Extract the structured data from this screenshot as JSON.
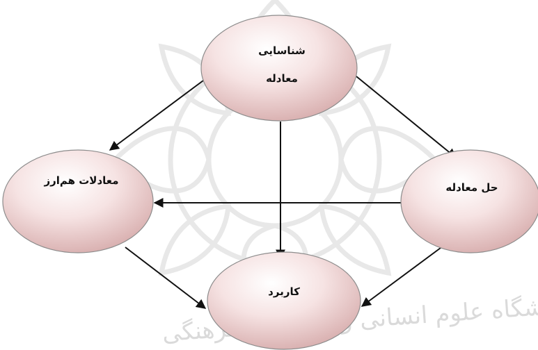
{
  "diagram": {
    "nodes": {
      "identify": {
        "line1": "شناسایی",
        "line2": "معادله"
      },
      "equivalent": {
        "label": "معادلات هم‌ارز"
      },
      "solve": {
        "label": "حل معادله"
      },
      "apply": {
        "label": "کاربرد"
      }
    },
    "edges": [
      {
        "from": "identify",
        "to": "equivalent"
      },
      {
        "from": "identify",
        "to": "solve"
      },
      {
        "from": "identify",
        "to": "apply"
      },
      {
        "from": "solve",
        "to": "equivalent"
      },
      {
        "from": "equivalent",
        "to": "apply"
      },
      {
        "from": "solve",
        "to": "apply"
      }
    ],
    "colors": {
      "node_fill_light": "#fdf4f4",
      "node_fill_dark": "#dcb3b3",
      "node_stroke": "#8c8c8c",
      "arrow": "#111111",
      "watermark": "#d9d9d9"
    }
  },
  "watermark": {
    "text": "پژوهشگاه علوم انسانی و مطالعات فرهنگی",
    "icon": "rosette-watermark-icon"
  }
}
